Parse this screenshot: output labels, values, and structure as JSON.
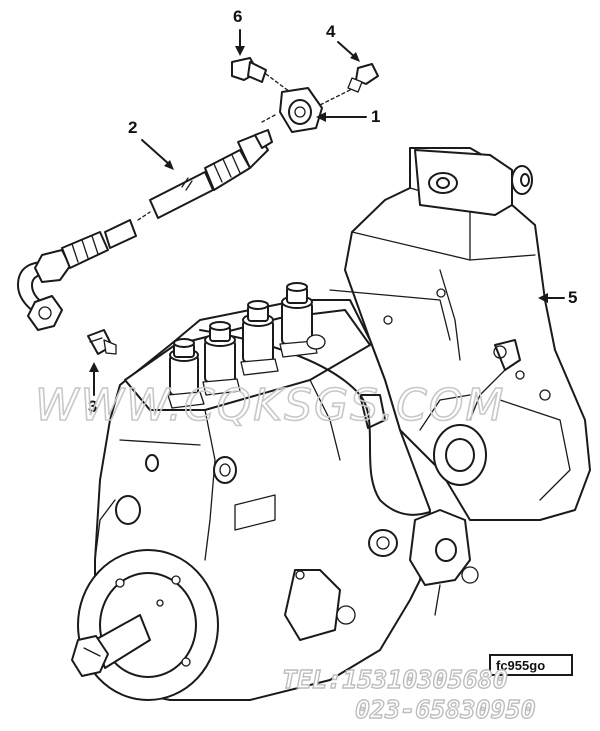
{
  "callouts": {
    "c1": "1",
    "c2": "2",
    "c3": "3",
    "c4": "4",
    "c5": "5",
    "c6": "6"
  },
  "watermark": "WWW.CQKSGS.COM",
  "footer": {
    "tel": "TEL:15310305680",
    "phone": "023-65830950"
  },
  "drawing_code": "fc955go"
}
